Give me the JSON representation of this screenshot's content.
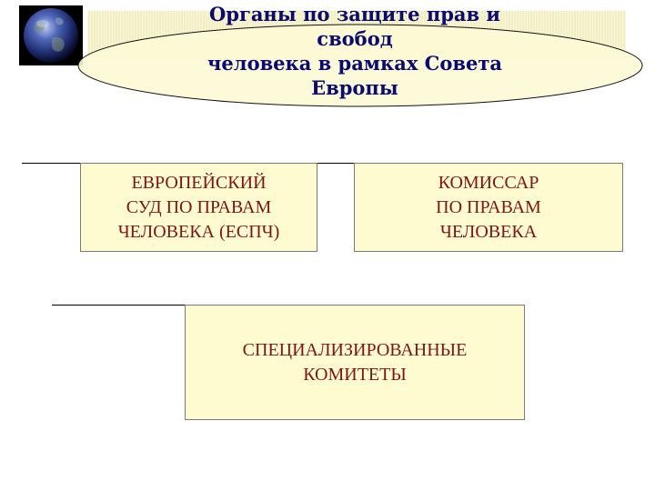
{
  "title": {
    "lines": [
      "Органы по защите прав и",
      "свобод",
      "человека в рамках Совета",
      "Европы"
    ]
  },
  "boxes": {
    "court": {
      "lines": [
        "ЕВРОПЕЙСКИЙ",
        "СУД ПО ПРАВАМ",
        "ЧЕЛОВЕКА (ЕСПЧ)"
      ]
    },
    "commissioner": {
      "lines": [
        "КОМИССАР",
        "ПО ПРАВАМ",
        "ЧЕЛОВЕКА"
      ]
    },
    "committees": {
      "lines": [
        "СПЕЦИАЛИЗИРОВАННЫЕ",
        "КОМИТЕТЫ"
      ]
    }
  },
  "icons": {
    "logo": "globe-icon"
  },
  "colors": {
    "title_text": "#0b0b6e",
    "box_text": "#7b1616",
    "box_fill": "#fffbd1",
    "title_band": "#f4efc2",
    "ellipse_fill": "#fdf9d6"
  }
}
